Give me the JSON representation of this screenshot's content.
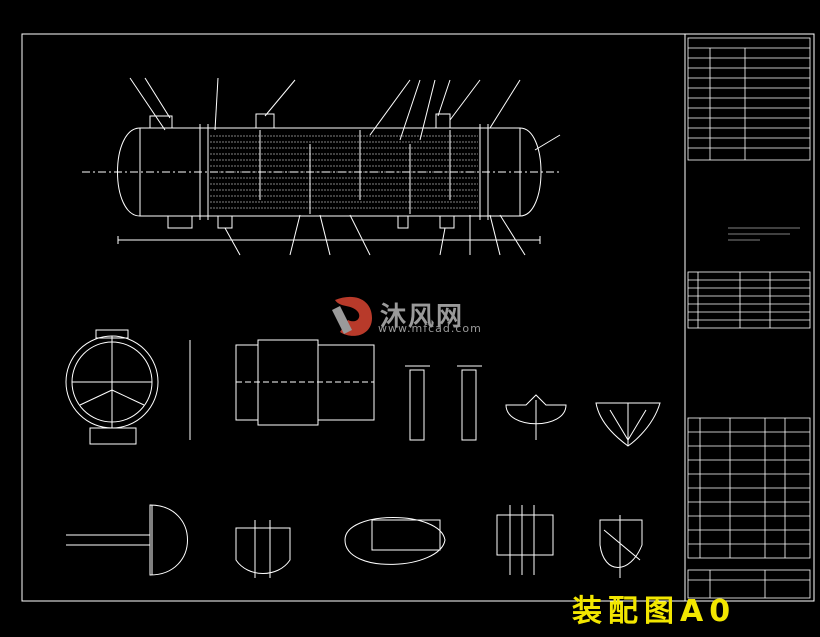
{
  "drawing": {
    "label": "装配图A0",
    "colors": {
      "background": "#000000",
      "lines": "#ffffff",
      "label": "#f2e600",
      "watermark": "#9a9a9a",
      "watermark_red": "#b83a2a"
    }
  },
  "watermark": {
    "text": "沐风网",
    "url": "www.mfcad.com"
  }
}
